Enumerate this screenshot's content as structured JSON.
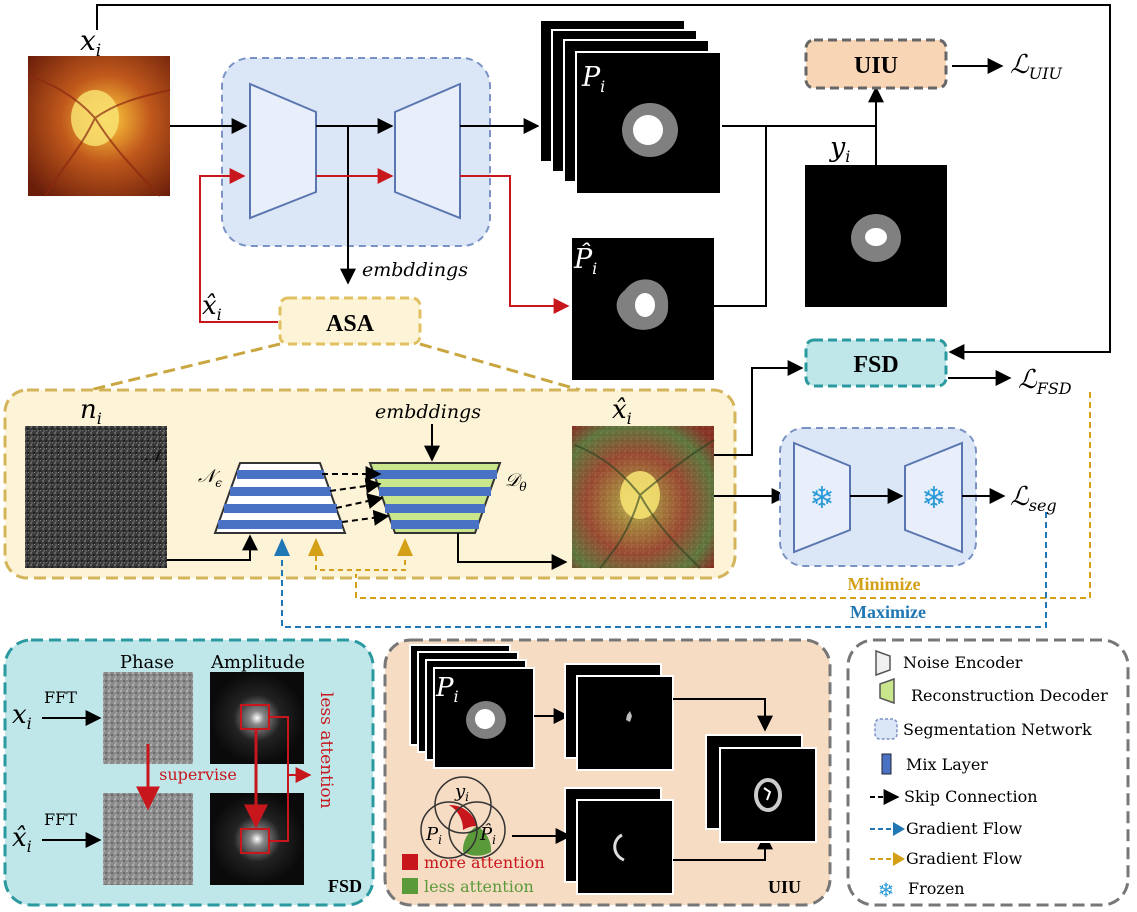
{
  "main": {
    "input_x": "x",
    "input_x_sub": "i",
    "pred_P": "P",
    "pred_P_sub": "i",
    "pred_Phat": "P̂",
    "pred_Phat_sub": "i",
    "label_y": "y",
    "label_y_sub": "i",
    "uiu_box": "UIU",
    "loss_uiu": "ℒ",
    "loss_uiu_sub": "UIU",
    "loss_fsd": "ℒ",
    "loss_fsd_sub": "FSD",
    "loss_seg": "ℒ",
    "loss_seg_sub": "seg",
    "fsd_box": "FSD",
    "asa_box": "ASA",
    "xhat_label": "x̂",
    "xhat_sub": "i",
    "embeddings_1": "embddings",
    "embeddings_2": "embddings",
    "noise_label": "n",
    "noise_sub": "i",
    "noise_encoder": "𝒩",
    "noise_encoder_sub": "ϵ",
    "recon_decoder": "𝒟",
    "recon_decoder_sub": "θ",
    "noise_mark": "𝒩",
    "asa_output": "x̂",
    "asa_output_sub": "i",
    "minimize": "Minimize",
    "maximize": "Maximize"
  },
  "fsd_panel": {
    "phase": "Phase",
    "amplitude": "Amplitude",
    "fft_1": "FFT",
    "fft_2": "FFT",
    "x": "x",
    "x_sub": "i",
    "xhat": "x̂",
    "xhat_sub": "i",
    "supervise": "supervise",
    "less_attention": "less attention",
    "title": "FSD"
  },
  "uiu_panel": {
    "P": "P",
    "P_sub": "i",
    "venn_y": "y",
    "venn_y_sub": "i",
    "venn_P": "P",
    "venn_P_sub": "i",
    "venn_Phat": "P̂",
    "venn_Phat_sub": "i",
    "more_attention": "more attention",
    "less_attention": "less attention",
    "title": "UIU"
  },
  "legend": {
    "items": [
      "Noise Encoder",
      "Reconstruction Decoder",
      "Segmentation Network",
      "Mix Layer",
      "Skip Connection",
      "Gradient Flow",
      "Gradient Flow",
      "Frozen"
    ]
  },
  "colors": {
    "red": "#c8161d",
    "blue_flow": "#1f77b4",
    "gold_flow": "#d4a017",
    "seg_bg": "#dbe6f7",
    "asa_bg": "#fdf3d6",
    "fsd_bg": "#bfe6e8",
    "uiu_bg": "#f7dcc4",
    "mix_blue": "#4a72c4",
    "mix_green": "#c9e68c"
  },
  "icons": [
    "snowflake-icon",
    "noise-encoder-icon",
    "reconstruction-decoder-icon"
  ]
}
